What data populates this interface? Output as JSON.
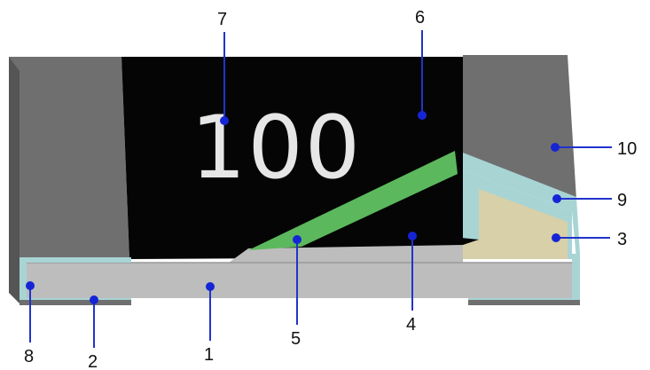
{
  "marking_text": "100",
  "colors": {
    "end_cap_gray": "#6f6f6f",
    "end_cap_side": "#555555",
    "body_black": "#050505",
    "substrate_gray": "#bdbdbd",
    "substrate_edge": "#9a9a9a",
    "resistive_green": "#5cb85c",
    "plating_cyan": "#a8d4d4",
    "inner_electrode_tan": "#d8d0a8",
    "callout_blue": "#1525d6",
    "label_text": "#111111"
  },
  "callouts": [
    {
      "id": "1",
      "text": "1"
    },
    {
      "id": "2",
      "text": "2"
    },
    {
      "id": "3",
      "text": "3"
    },
    {
      "id": "4",
      "text": "4"
    },
    {
      "id": "5",
      "text": "5"
    },
    {
      "id": "6",
      "text": "6"
    },
    {
      "id": "7",
      "text": "7"
    },
    {
      "id": "8",
      "text": "8"
    },
    {
      "id": "9",
      "text": "9"
    },
    {
      "id": "10",
      "text": "10"
    }
  ]
}
